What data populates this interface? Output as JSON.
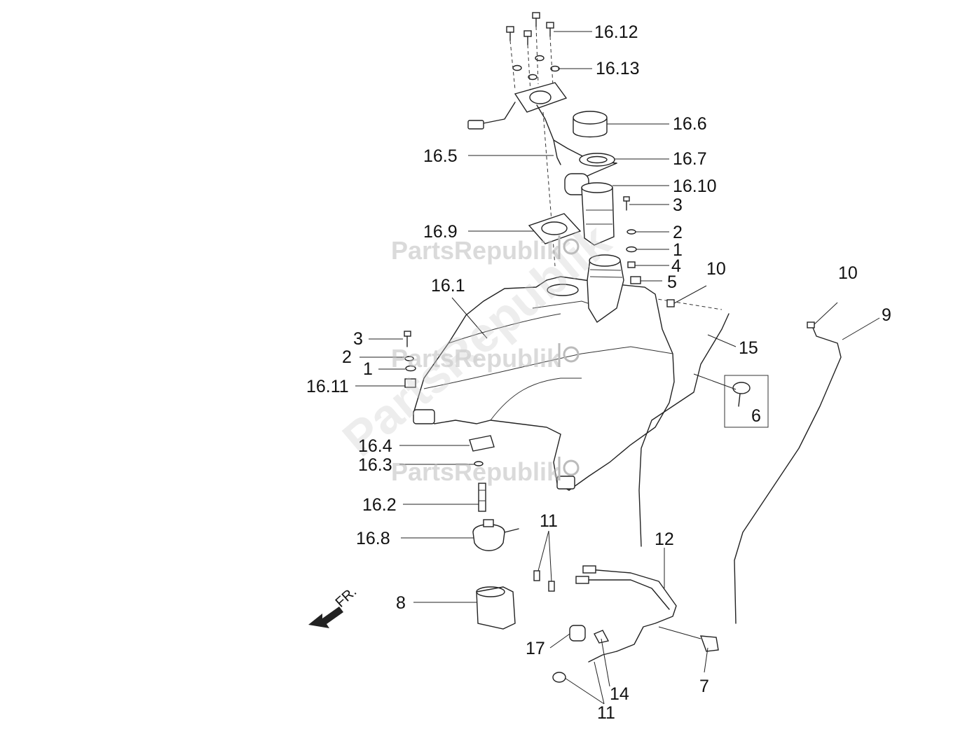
{
  "watermark": {
    "text": "PartsRepublik",
    "diagonal_text": "PartsRepublik",
    "color": "#bbbbbb"
  },
  "front_indicator": {
    "text": "FR."
  },
  "callouts": [
    {
      "id": "16.12",
      "text": "16.12"
    },
    {
      "id": "16.13",
      "text": "16.13"
    },
    {
      "id": "16.6",
      "text": "16.6"
    },
    {
      "id": "16.5",
      "text": "16.5"
    },
    {
      "id": "16.7",
      "text": "16.7"
    },
    {
      "id": "16.10",
      "text": "16.10"
    },
    {
      "id": "3a",
      "text": "3"
    },
    {
      "id": "16.9",
      "text": "16.9"
    },
    {
      "id": "2a",
      "text": "2"
    },
    {
      "id": "1a",
      "text": "1"
    },
    {
      "id": "4",
      "text": "4"
    },
    {
      "id": "10a",
      "text": "10"
    },
    {
      "id": "10b",
      "text": "10"
    },
    {
      "id": "5",
      "text": "5"
    },
    {
      "id": "16.1",
      "text": "16.1"
    },
    {
      "id": "9",
      "text": "9"
    },
    {
      "id": "15",
      "text": "15"
    },
    {
      "id": "3b",
      "text": "3"
    },
    {
      "id": "2b",
      "text": "2"
    },
    {
      "id": "1b",
      "text": "1"
    },
    {
      "id": "16.11",
      "text": "16.11"
    },
    {
      "id": "6",
      "text": "6"
    },
    {
      "id": "16.4",
      "text": "16.4"
    },
    {
      "id": "16.3",
      "text": "16.3"
    },
    {
      "id": "16.2",
      "text": "16.2"
    },
    {
      "id": "11a",
      "text": "11"
    },
    {
      "id": "12",
      "text": "12"
    },
    {
      "id": "16.8",
      "text": "16.8"
    },
    {
      "id": "8",
      "text": "8"
    },
    {
      "id": "17",
      "text": "17"
    },
    {
      "id": "7",
      "text": "7"
    },
    {
      "id": "14",
      "text": "14"
    },
    {
      "id": "11b",
      "text": "11"
    }
  ]
}
